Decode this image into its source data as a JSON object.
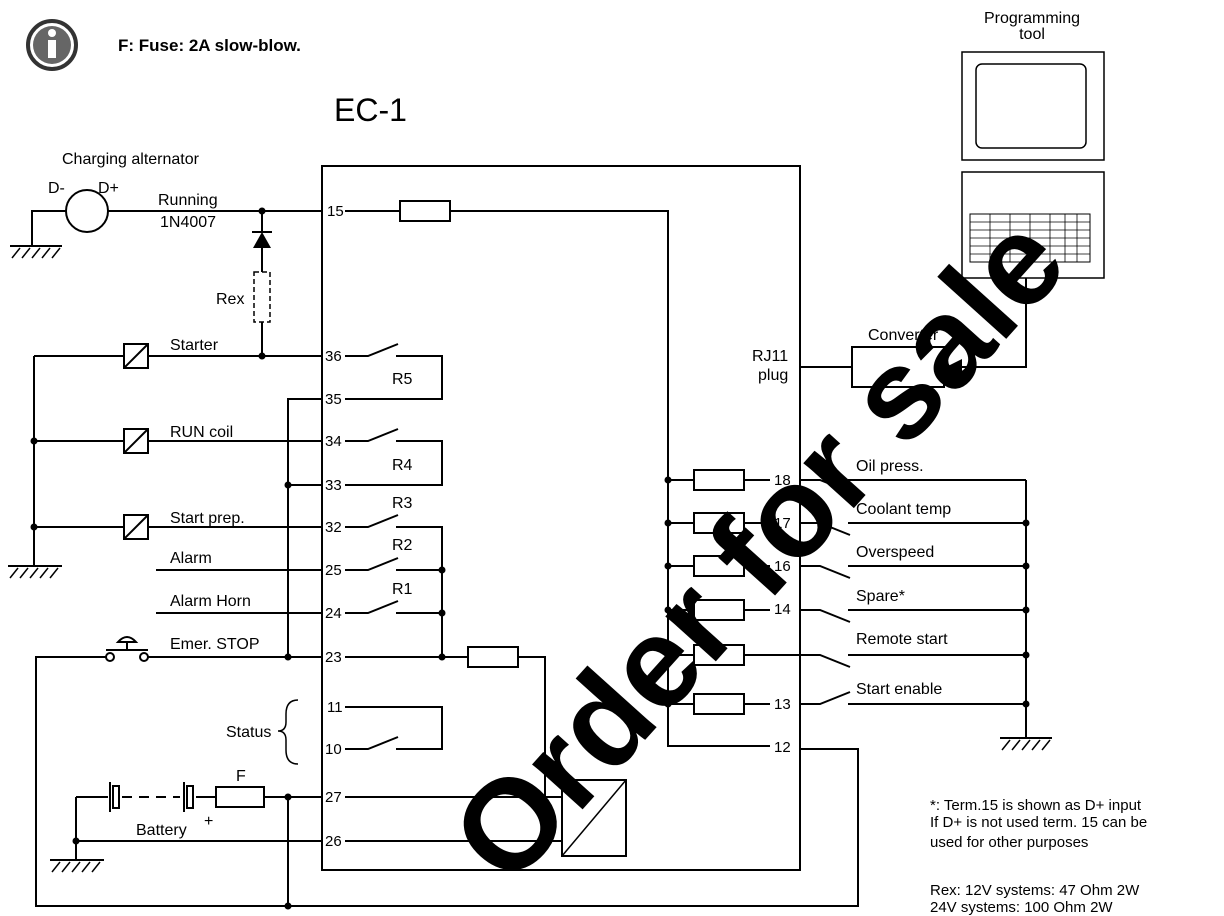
{
  "note": {
    "text": "F: Fuse: 2A slow-blow."
  },
  "title": "EC-1",
  "programming_tool": {
    "line1": "Programming",
    "line2": "tool"
  },
  "alternator": {
    "label": "Charging alternator",
    "minus": "D-",
    "plus": "D+"
  },
  "labels": {
    "running": "Running",
    "diode": "1N4007",
    "rex": "Rex",
    "starter": "Starter",
    "run_coil": "RUN coil",
    "start_prep": "Start prep.",
    "alarm": "Alarm",
    "alarm_horn": "Alarm Horn",
    "emer_stop": "Emer. STOP",
    "status": "Status",
    "fuse": "F",
    "battery": "Battery",
    "battery_plus": "+",
    "rj11_1": "RJ11",
    "rj11_2": "plug",
    "converter": "Converter"
  },
  "relays": [
    "R5",
    "R4",
    "R3",
    "R2",
    "R1"
  ],
  "left_terminals": [
    "15",
    "36",
    "35",
    "34",
    "33",
    "32",
    "25",
    "24",
    "23",
    "11",
    "10",
    "27",
    "26"
  ],
  "right_terminals": [
    "18",
    "17",
    "16",
    "14",
    "13",
    "12"
  ],
  "inputs": [
    "Oil press.",
    "Coolant temp",
    "Overspeed",
    "Spare*",
    "Remote start",
    "Start enable"
  ],
  "notes": {
    "term15_line1": "*: Term.15 is shown as D+ input",
    "term15_line2": "If D+ is not used term. 15 can be",
    "term15_line3": "used for other purposes",
    "rex_line1": "Rex: 12V systems: 47 Ohm 2W",
    "rex_line2": "24V systems: 100 Ohm 2W"
  },
  "watermark": {
    "text": "Order for sale",
    "color": "#ff0000"
  }
}
